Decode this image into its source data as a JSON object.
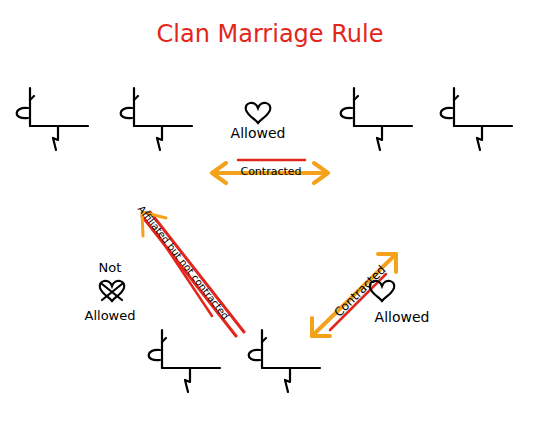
{
  "diagram": {
    "title": "Clan Marriage Rule",
    "labels": [
      "Allowed",
      "Contracted",
      "Affiliated but not contracted",
      "Not",
      "Allowed",
      "Contracted",
      "Allowed"
    ]
  }
}
